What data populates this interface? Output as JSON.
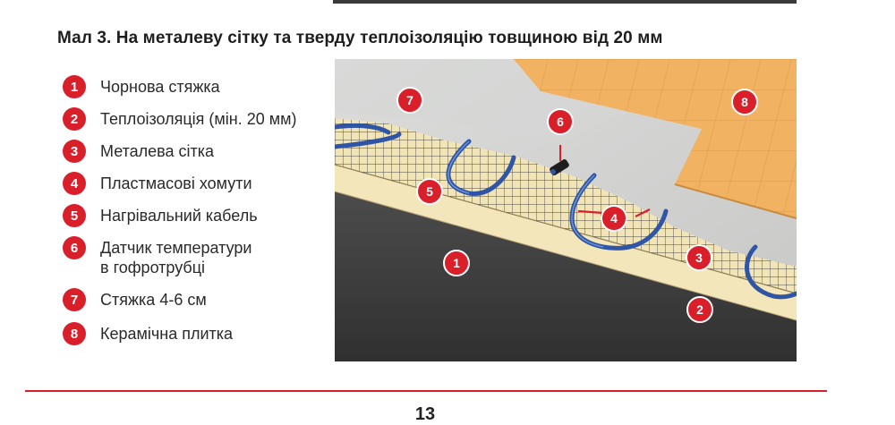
{
  "caption": "Мал 3. На металеву сітку та тверду теплоізоляцію товщиною від 20 мм",
  "legend": [
    {
      "num": "1",
      "text": "Чорнова стяжка"
    },
    {
      "num": "2",
      "text": "Теплоізоляція (мін. 20 мм)"
    },
    {
      "num": "3",
      "text": "Металева сітка"
    },
    {
      "num": "4",
      "text": "Пластмасові хомути"
    },
    {
      "num": "5",
      "text": "Нагрівальний кабель"
    },
    {
      "num": "6",
      "text": "Датчик температури",
      "text2": "в гофротрубці"
    },
    {
      "num": "7",
      "text": "Стяжка 4-6 см"
    },
    {
      "num": "8",
      "text": "Керамічна плитка"
    }
  ],
  "figure_labels": [
    "7",
    "8",
    "6",
    "5",
    "4",
    "3",
    "1",
    "2"
  ],
  "page_number": "13",
  "colors": {
    "accent_red": "#d81f2a",
    "tile": "#f0b15e",
    "screed": "#d2d3d1",
    "insulation": "#f3e6bb",
    "base": "#3e3e3e",
    "cable": "#2f55a6"
  }
}
